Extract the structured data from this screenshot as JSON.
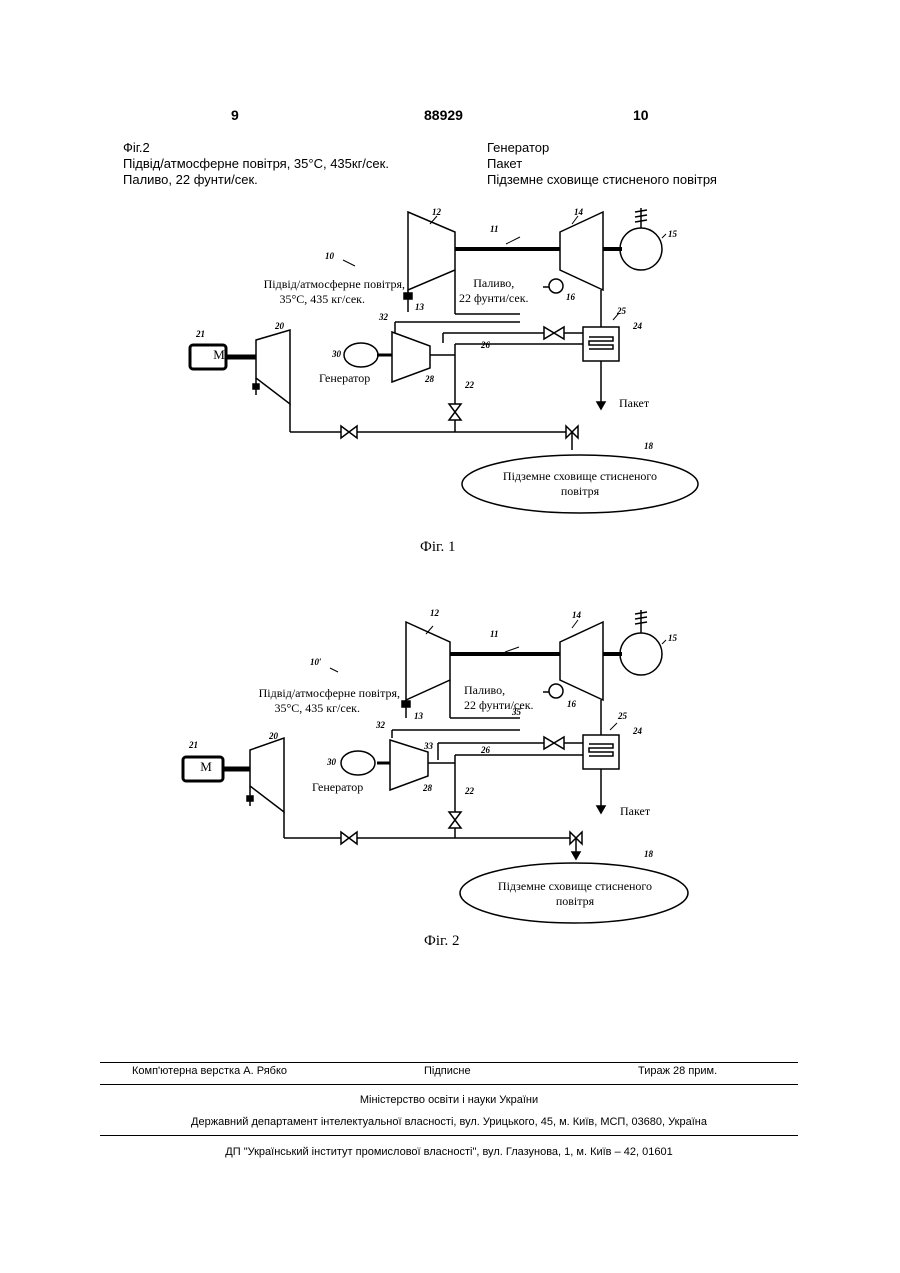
{
  "header": {
    "page_left": "9",
    "patent_number": "88929",
    "page_right": "10"
  },
  "captions": {
    "left": [
      "Фіг.2",
      "Підвід/атмосферне повітря, 35°С, 435кг/сек.",
      "Паливо, 22 фунти/сек."
    ],
    "right": [
      "Генератор",
      "Пакет",
      "Підземне сховище стисненого повітря"
    ]
  },
  "fig1": {
    "caption": "Фіг. 1",
    "inlet_line1": "Підвід/атмосферне повітря,",
    "inlet_line2": "35°С, 435 кг/сек.",
    "fuel_line1": "Паливо,",
    "fuel_line2": "22 фунти/сек.",
    "generator": "Генератор",
    "stack": "Пакет",
    "storage_line1": "Підземне сховище стисненого",
    "storage_line2": "повітря",
    "motor": "М",
    "ref_numerals": {
      "n10": "10",
      "n11": "11",
      "n12": "12",
      "n13": "13",
      "n14": "14",
      "n15": "15",
      "n16": "16",
      "n18": "18",
      "n20": "20",
      "n21": "21",
      "n22": "22",
      "n24": "24",
      "n25": "25",
      "n26": "26",
      "n28": "28",
      "n30": "30",
      "n32": "32"
    }
  },
  "fig2": {
    "caption": "Фіг. 2",
    "inlet_line1": "Підвід/атмосферне повітря,",
    "inlet_line2": "35°С, 435 кг/сек.",
    "fuel_line1": "Паливо,",
    "fuel_line2": "22 фунти/сек.",
    "generator": "Генератор",
    "stack": "Пакет",
    "storage_line1": "Підземне сховище стисненого",
    "storage_line2": "повітря",
    "motor": "М",
    "ref_numerals": {
      "n10": "10′",
      "n11": "11",
      "n12": "12",
      "n13": "13",
      "n14": "14",
      "n15": "15",
      "n16": "16",
      "n18": "18",
      "n20": "20",
      "n21": "21",
      "n22": "22",
      "n24": "24",
      "n25": "25",
      "n26": "26",
      "n28": "28",
      "n30": "30",
      "n32": "32",
      "n33": "33",
      "n35": "35"
    }
  },
  "footer": {
    "layout_by": "Комп'ютерна верстка А. Рябко",
    "signed": "Підписне",
    "circulation": "Тираж 28 прим.",
    "ministry": "Міністерство освіти і науки України",
    "department": "Державний департамент інтелектуальної власності, вул. Урицького, 45, м. Київ, МСП, 03680, Україна",
    "institute": "ДП \"Український інститут промислової власності\", вул. Глазунова, 1, м. Київ – 42, 01601"
  }
}
